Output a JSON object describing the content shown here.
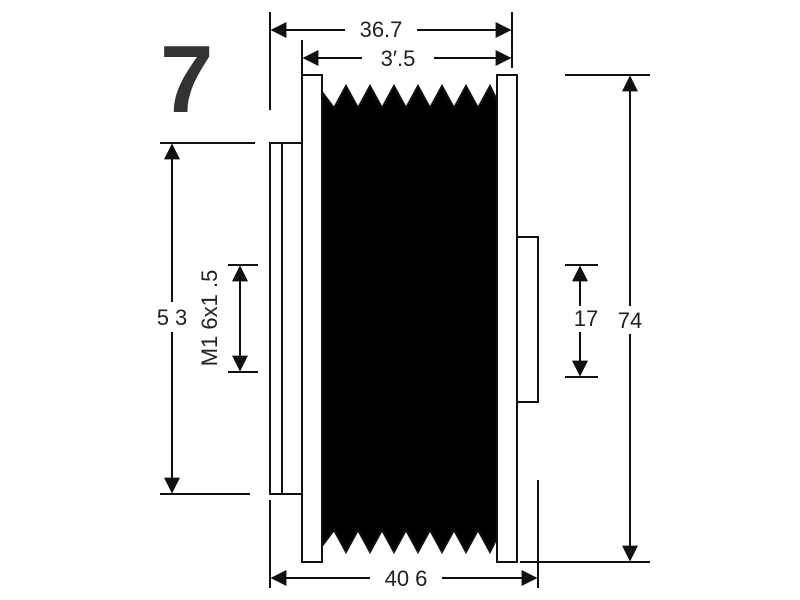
{
  "variant_number": "7",
  "dimensions": {
    "overall_width": "36.7",
    "groove_width": "3′.5",
    "base_width": "40 6",
    "hub_diameter": "5 3",
    "thread": "M1 6x1 .5",
    "boss_diameter": "17",
    "outer_diameter": "74"
  },
  "colors": {
    "ink": "#111111",
    "background": "#ffffff"
  }
}
